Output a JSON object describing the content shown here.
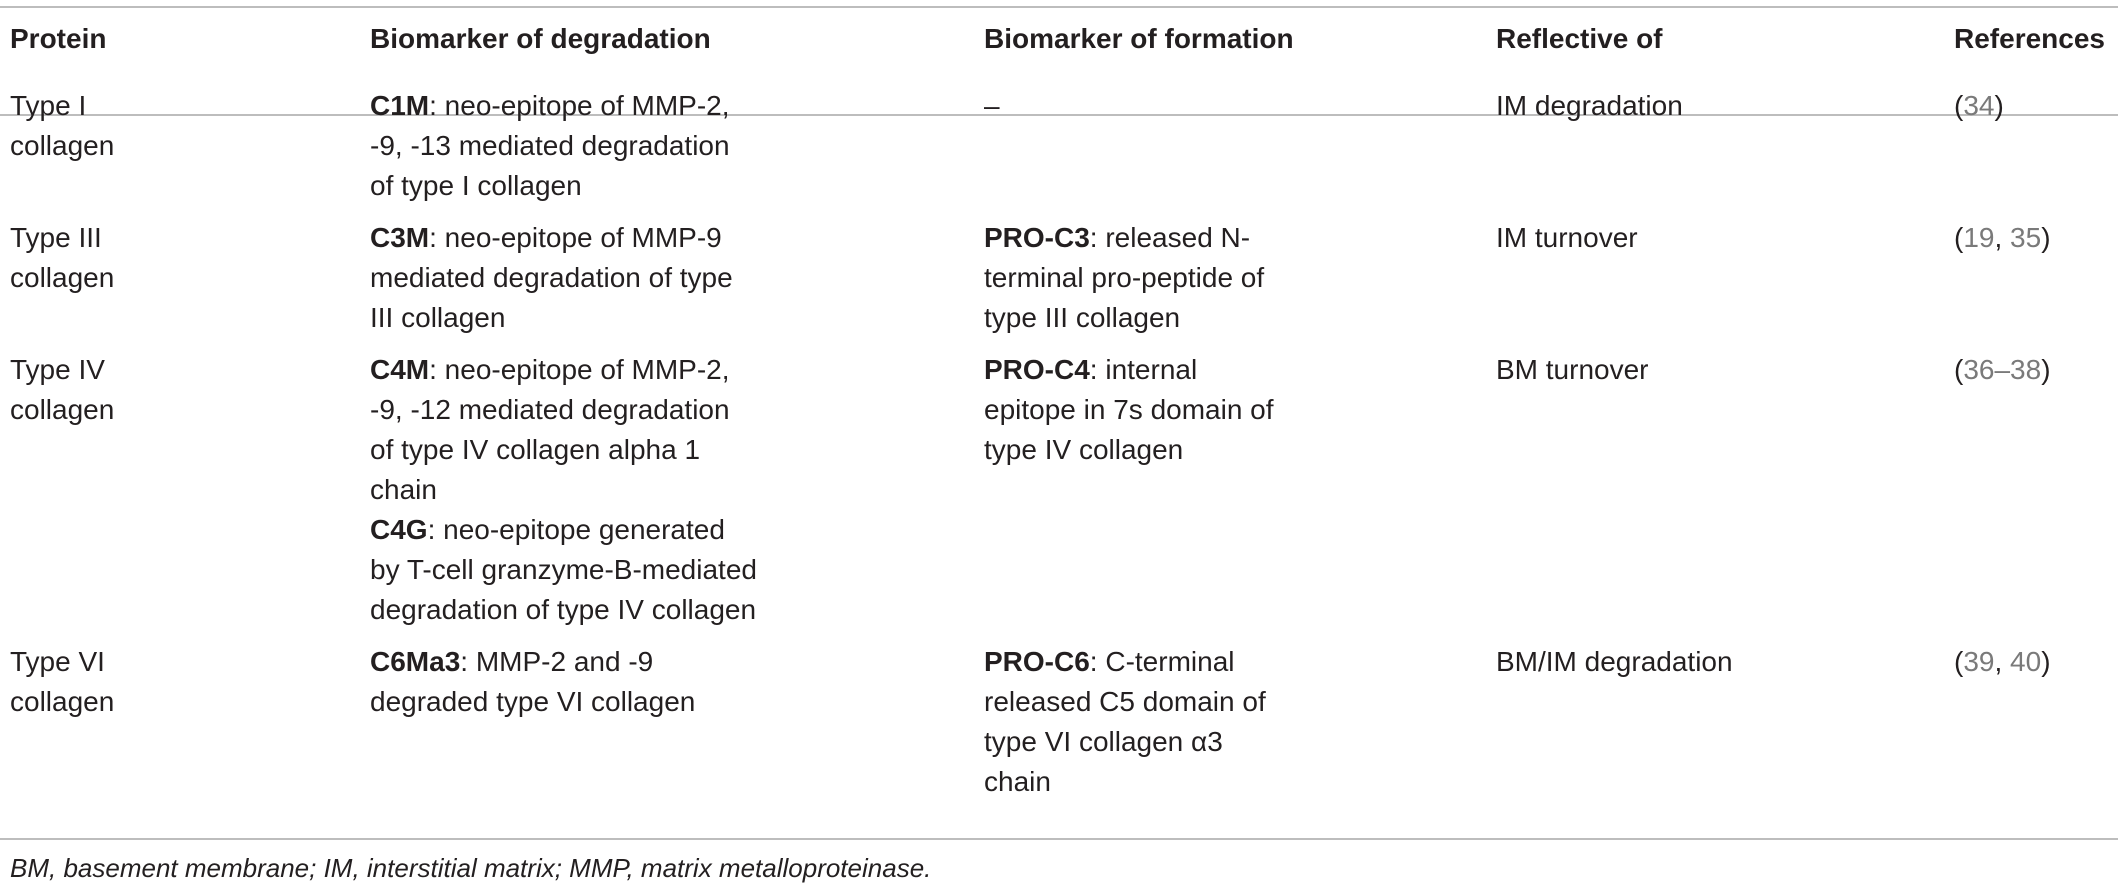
{
  "table": {
    "headers": [
      "Protein",
      "Biomarker of degradation",
      "Biomarker of formation",
      "Reflective of",
      "References"
    ],
    "rows": [
      {
        "protein": "Type I collagen",
        "degradation": [
          {
            "term": "C1M",
            "desc": ": neo-epitope of MMP-2, -9, -13 mediated degradation of type I collagen"
          }
        ],
        "formation": {
          "term": "",
          "desc": "–"
        },
        "reflective": "IM degradation",
        "references": [
          "34"
        ],
        "ref_sep": ""
      },
      {
        "protein": "Type III collagen",
        "degradation": [
          {
            "term": "C3M",
            "desc": ": neo-epitope of MMP-9 mediated degradation of type III collagen"
          }
        ],
        "formation": {
          "term": "PRO-C3",
          "desc": ": released N-terminal pro-peptide of type III collagen"
        },
        "reflective": "IM turnover",
        "references": [
          "19",
          "35"
        ],
        "ref_sep": ", "
      },
      {
        "protein": "Type IV collagen",
        "degradation": [
          {
            "term": "C4M",
            "desc": ": neo-epitope of MMP-2, -9, -12 mediated degradation of type IV collagen alpha 1 chain"
          },
          {
            "term": "C4G",
            "desc": ": neo-epitope generated by T-cell granzyme-B-mediated degradation of type IV collagen"
          }
        ],
        "formation": {
          "term": "PRO-C4",
          "desc": ": internal epitope in 7s domain of type IV collagen"
        },
        "reflective": "BM turnover",
        "references": [
          "36–38"
        ],
        "ref_sep": ""
      },
      {
        "protein": "Type VI collagen",
        "degradation": [
          {
            "term": "C6Ma3",
            "desc": ": MMP-2 and -9 degraded type VI collagen"
          }
        ],
        "formation": {
          "term": "PRO-C6",
          "desc": ": C-terminal released C5 domain of type VI collagen α3 chain"
        },
        "reflective": "BM/IM degradation",
        "references": [
          "39",
          "40"
        ],
        "ref_sep": ", "
      }
    ]
  },
  "footnote": "BM, basement membrane; IM, interstitial matrix; MMP, matrix metalloproteinase.",
  "colors": {
    "text": "#231f20",
    "reference_link": "#7a7a7a",
    "rule": "#bdbdbd"
  }
}
